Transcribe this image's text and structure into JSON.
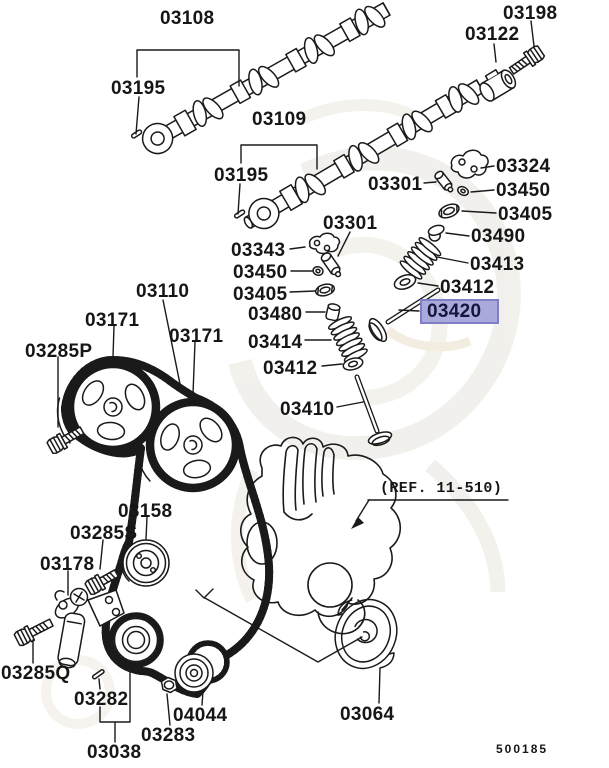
{
  "diagram": {
    "type": "exploded-parts-diagram",
    "subject": "camshaft-and-timing-belt",
    "drawing_code": "500185",
    "reference_note": "(REF. 11-510)",
    "background_color": "#ffffff",
    "line_color": "#1a1a1a",
    "highlight": {
      "part_number": "03420",
      "fill_color": "#a9a9dc",
      "border_color": "#7f7fc8",
      "text_color": "#15153d"
    }
  },
  "labels": [
    {
      "text": "03108"
    },
    {
      "text": "03195"
    },
    {
      "text": "03109"
    },
    {
      "text": "03122"
    },
    {
      "text": "03198"
    },
    {
      "text": "03195"
    },
    {
      "text": "03301"
    },
    {
      "text": "03324"
    },
    {
      "text": "03450"
    },
    {
      "text": "03405"
    },
    {
      "text": "03301"
    },
    {
      "text": "03490"
    },
    {
      "text": "03343"
    },
    {
      "text": "03413"
    },
    {
      "text": "03450"
    },
    {
      "text": "03412"
    },
    {
      "text": "03405"
    },
    {
      "text": "03480"
    },
    {
      "text": "03420"
    },
    {
      "text": "03414"
    },
    {
      "text": "03412"
    },
    {
      "text": "03110"
    },
    {
      "text": "03171"
    },
    {
      "text": "03171"
    },
    {
      "text": "03285P"
    },
    {
      "text": "03410"
    },
    {
      "text": "03158"
    },
    {
      "text": "03285S"
    },
    {
      "text": "03178"
    },
    {
      "text": "03285Q"
    },
    {
      "text": "03282"
    },
    {
      "text": "03038"
    },
    {
      "text": "03283"
    },
    {
      "text": "04044"
    },
    {
      "text": "03064"
    }
  ]
}
